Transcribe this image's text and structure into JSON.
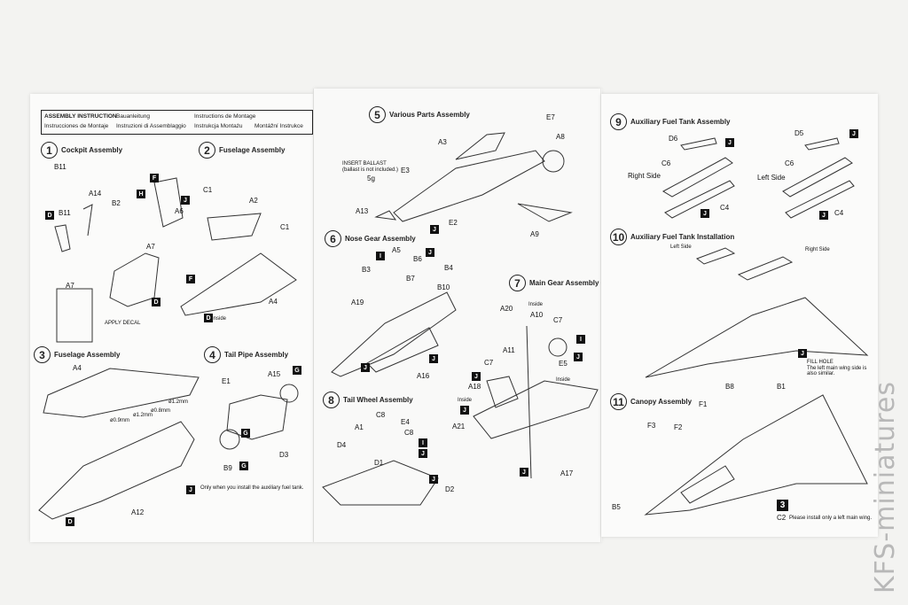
{
  "header": {
    "en": "ASSEMBLY INSTRUCTION",
    "de": "Bauanleitung",
    "fr": "Instructions de Montage",
    "es": "Instrucciones de Montaje",
    "it": "Instruzioni di Assemblaggio",
    "pl": "Instrukcja Montażu",
    "cz": "Montážní Instrukce"
  },
  "steps": {
    "s1": {
      "num": "1",
      "title": "Cockpit Assembly"
    },
    "s2": {
      "num": "2",
      "title": "Fuselage Assembly"
    },
    "s3": {
      "num": "3",
      "title": "Fuselage Assembly"
    },
    "s4": {
      "num": "4",
      "title": "Tail Pipe Assembly"
    },
    "s5": {
      "num": "5",
      "title": "Various Parts Assembly"
    },
    "s6": {
      "num": "6",
      "title": "Nose Gear Assembly"
    },
    "s7": {
      "num": "7",
      "title": "Main Gear Assembly"
    },
    "s8": {
      "num": "8",
      "title": "Tail Wheel Assembly"
    },
    "s9": {
      "num": "9",
      "title": "Auxiliary Fuel Tank Assembly"
    },
    "s10": {
      "num": "10",
      "title": "Auxiliary Fuel Tank Installation"
    },
    "s11": {
      "num": "11",
      "title": "Canopy Assembly"
    }
  },
  "labels": {
    "B11a": "B11",
    "B11b": "B11",
    "A14": "A14",
    "B2": "B2",
    "A6": "A6",
    "A7a": "A7",
    "A7b": "A7",
    "apply_decal": "APPLY DECAL",
    "C1a": "C1",
    "A2": "A2",
    "C1b": "C1",
    "A4a": "A4",
    "inside": "Inside",
    "A4b": "A4",
    "A12": "A12",
    "d1": "ø0.9mm",
    "d2": "ø1.2mm",
    "d3": "ø0.8mm",
    "d4": "ø1.2mm",
    "fuel_note": "Only when you install the auxiliary fuel tank.",
    "E1": "E1",
    "A15": "A15",
    "B9": "B9",
    "D3": "D3",
    "E7": "E7",
    "A8": "A8",
    "A3": "A3",
    "E3": "E3",
    "ballast": "INSERT BALLAST",
    "ballast2": "(ballast is not included.)",
    "g5": "5g",
    "A13": "A13",
    "E2": "E2",
    "A9": "A9",
    "A5": "A5",
    "B6": "B6",
    "B3": "B3",
    "A19": "A19",
    "B7": "B7",
    "B4": "B4",
    "B10": "B10",
    "A16": "A16",
    "A20": "A20",
    "A10": "A10",
    "C7a": "C7",
    "A11": "A11",
    "C7b": "C7",
    "E5": "E5",
    "A18": "A18",
    "A21": "A21",
    "A17": "A17",
    "A1": "A1",
    "C8a": "C8",
    "E4": "E4",
    "C8b": "C8",
    "D4": "D4",
    "D1": "D1",
    "D2": "D2",
    "D6": "D6",
    "C6a": "C6",
    "right_side": "Right Side",
    "C4a": "C4",
    "D5": "D5",
    "C6b": "C6",
    "left_side": "Left Side",
    "C4b": "C4",
    "left_side2": "Left Side",
    "right_side2": "Right Side",
    "fill_hole": "FILL HOLE",
    "fill_hole_note": "The left main wing side is also similar.",
    "B8": "B8",
    "B1": "B1",
    "F1": "F1",
    "F3": "F3",
    "F2": "F2",
    "B5": "B5",
    "C2": "C2",
    "c2_note": "Please install only a left main wing."
  },
  "boxes": {
    "F": "F",
    "H": "H",
    "J": "J",
    "D": "D",
    "G": "G",
    "I": "I",
    "three": "3"
  },
  "watermark": "KFS-miniatures"
}
